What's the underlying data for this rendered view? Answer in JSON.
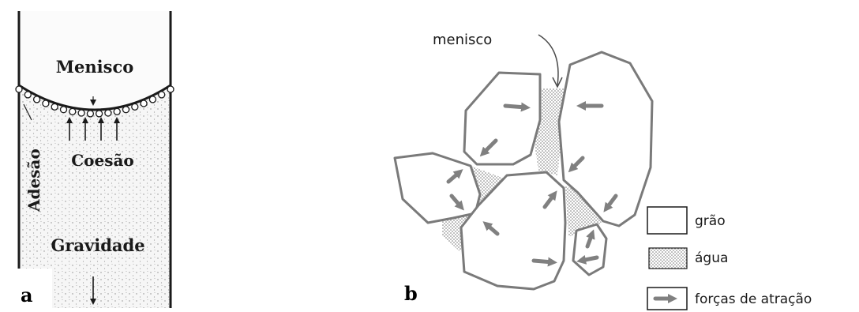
{
  "panel_a": {
    "panel_label": "a",
    "labels": {
      "meniscus": "Menisco",
      "cohesion": "Coesão",
      "adhesion": "Adesão",
      "gravity": "Gravidade"
    },
    "colors": {
      "ink": "#1a1a1a",
      "speckle": "#8a8a8a",
      "tube_bg": "#f2f2f2"
    }
  },
  "panel_b": {
    "panel_label": "b",
    "meniscus_label": "menisco",
    "legend": [
      {
        "key": "grain",
        "label": "grão",
        "swatch": "empty-box"
      },
      {
        "key": "water",
        "label": "água",
        "swatch": "dotted-box"
      },
      {
        "key": "forces",
        "label": "forças de atração",
        "swatch": "arrow-icon"
      }
    ],
    "colors": {
      "outline": "#7a7a7a",
      "arrow": "#808080",
      "water_dots": "#6e6e6e"
    }
  }
}
